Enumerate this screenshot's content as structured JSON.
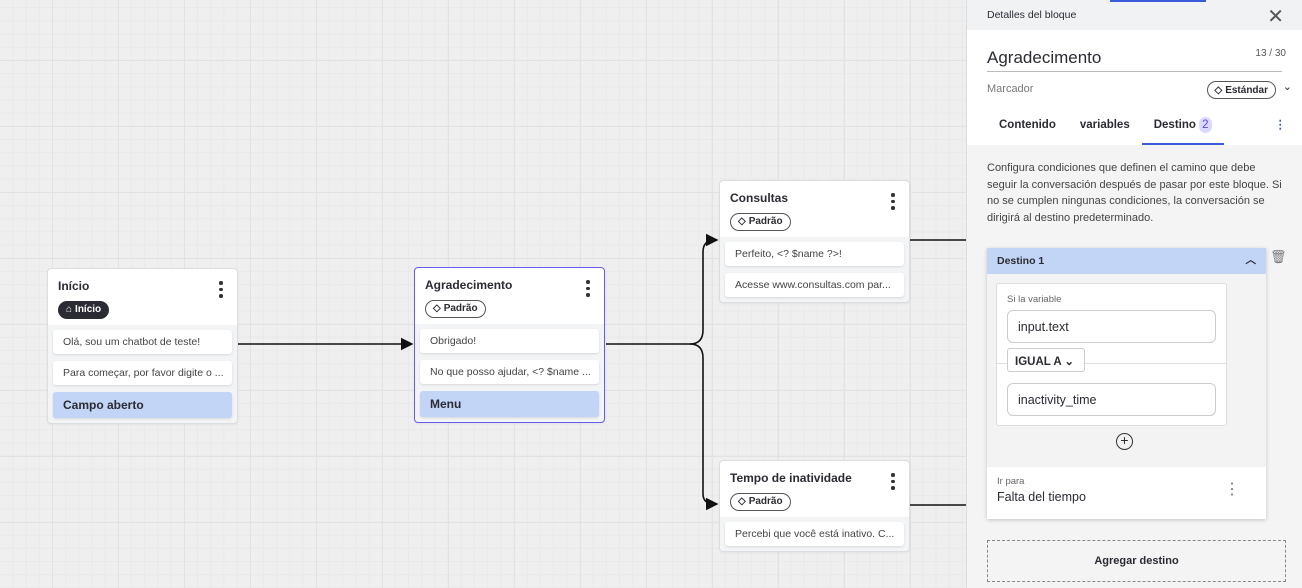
{
  "canvas": {
    "nodes": [
      {
        "title": "Início",
        "tag": "Início",
        "tag_icon": "home-icon",
        "messages": [
          "Olá, sou um chatbot de teste!",
          "Para começar, por favor digite o ..."
        ],
        "input": "Campo aberto"
      },
      {
        "title": "Agradecimento",
        "tag": "Padrão",
        "tag_icon": "tag-icon",
        "messages": [
          "Obrigado!",
          "No que posso ajudar, <? $name ..."
        ],
        "input": "Menu"
      },
      {
        "title": "Consultas",
        "tag": "Padrão",
        "tag_icon": "tag-icon",
        "messages": [
          "Perfeito, <? $name ?>!",
          "Acesse www.consultas.com par..."
        ]
      },
      {
        "title": "Tempo de inatividade",
        "tag": "Padrão",
        "tag_icon": "tag-icon",
        "messages": [
          "Percebi que você está inativo. C..."
        ]
      }
    ]
  },
  "panel": {
    "header": "Detalles del bloque",
    "name": "Agradecimento",
    "count": "13 / 30",
    "marker_label": "Marcador",
    "marker_value": "Estándar",
    "tabs": [
      {
        "label": "Contenido"
      },
      {
        "label": "variables"
      },
      {
        "label": "Destino",
        "badge": "2",
        "active": true
      }
    ],
    "description": "Configura condiciones que definen el camino que debe seguir la conversación después de pasar por este bloque. Si no se cumplen ningunas condiciones, la conversación se dirigirá al destino predeterminado.",
    "destination": {
      "title": "Destino 1",
      "if_label": "Si la variable",
      "variable": "input.text",
      "operator": "IGUAL A",
      "value": "inactivity_time",
      "goto_label": "Ir para",
      "goto_value": "Falta del tiempo"
    },
    "add_button": "Agregar destino"
  },
  "colors": {
    "accent": "#3b5bdb",
    "selected_border": "#6b5cf0",
    "input_block": "#c3d5f7"
  }
}
